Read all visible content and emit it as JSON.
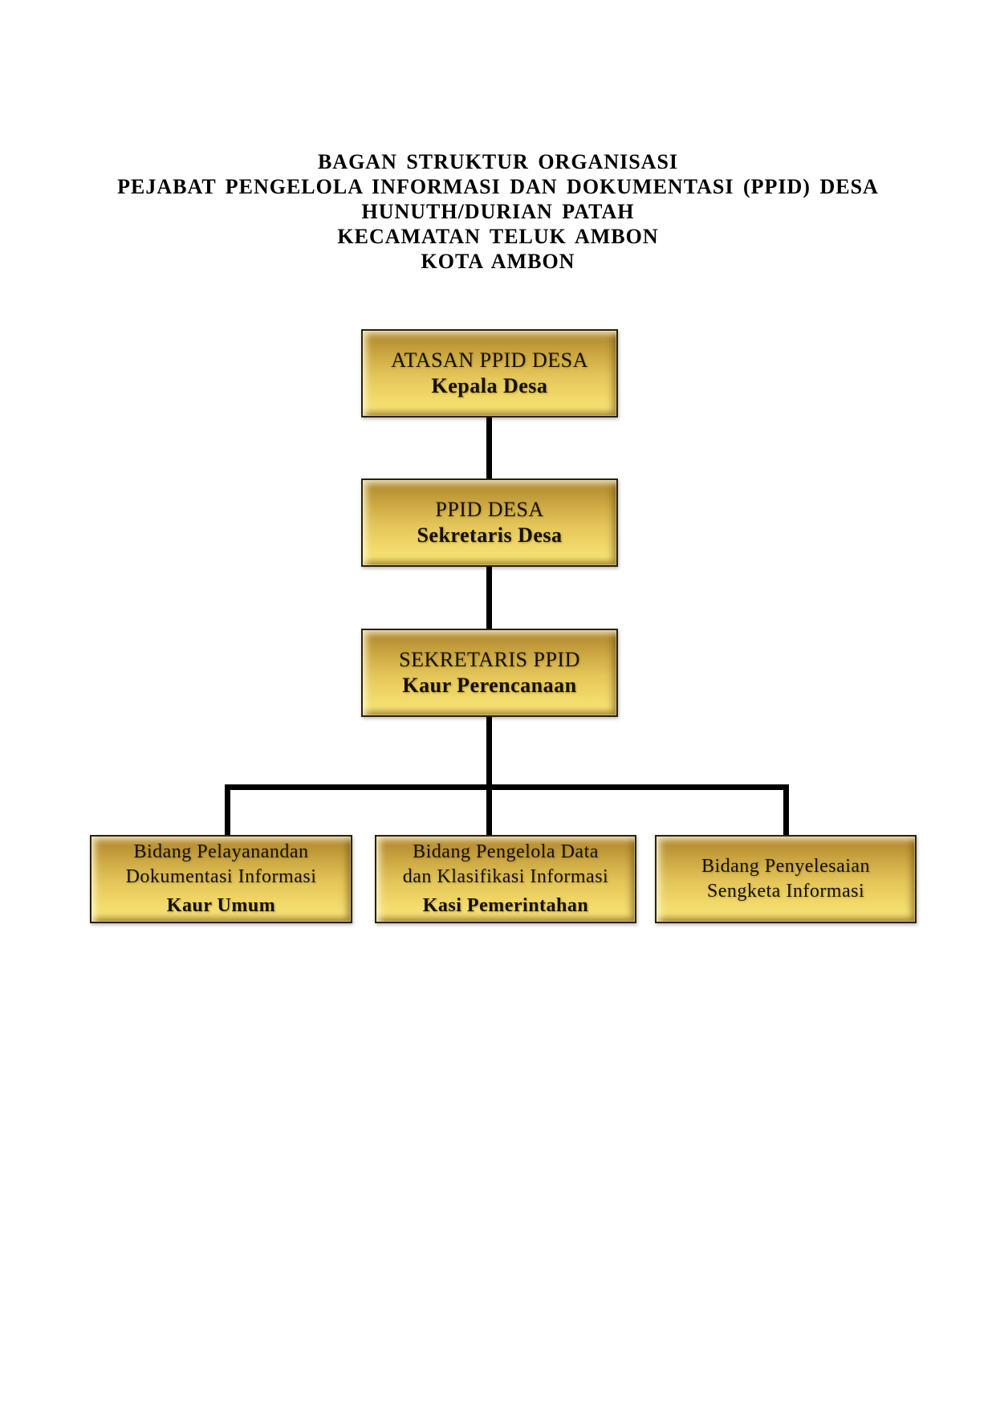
{
  "page": {
    "background_color": "#ffffff",
    "text_color": "#161003"
  },
  "title": {
    "lines": [
      "BAGAN STRUKTUR ORGANISASI",
      "PEJABAT PENGELOLA INFORMASI DAN DOKUMENTASI (PPID) DESA",
      "HUNUTH/DURIAN PATAH",
      "KECAMATAN TELUK AMBON",
      "KOTA AMBON"
    ]
  },
  "org_chart": {
    "style": {
      "box_fill_top": "#a98026",
      "box_fill_middle": "#e4c65a",
      "box_fill_bottom": "#f0d768",
      "box_border_color": "#2a2108",
      "connector_color": "#000000"
    },
    "nodes": [
      {
        "id": "atasan-ppid-desa",
        "role_lines": [
          "ATASAN PPID DESA"
        ],
        "holder": "Kepala Desa"
      },
      {
        "id": "ppid-desa",
        "role_lines": [
          "PPID DESA"
        ],
        "holder": "Sekretaris Desa"
      },
      {
        "id": "sekretaris-ppid",
        "role_lines": [
          "SEKRETARIS PPID"
        ],
        "holder": "Kaur Perencanaan"
      },
      {
        "id": "bidang-pelayanan-dokumentasi",
        "role_lines": [
          "Bidang Pelayanandan",
          "Dokumentasi Informasi"
        ],
        "holder": "Kaur Umum"
      },
      {
        "id": "bidang-pengelola-data",
        "role_lines": [
          "Bidang Pengelola Data",
          "dan Klasifikasi Informasi"
        ],
        "holder": "Kasi Pemerintahan"
      },
      {
        "id": "bidang-penyelesaian-sengketa",
        "role_lines": [
          "Bidang Penyelesaian",
          "Sengketa Informasi"
        ],
        "holder": ""
      }
    ],
    "connections": [
      {
        "from": "atasan-ppid-desa",
        "to": "ppid-desa"
      },
      {
        "from": "ppid-desa",
        "to": "sekretaris-ppid"
      },
      {
        "from": "sekretaris-ppid",
        "to": "bidang-pelayanan-dokumentasi"
      },
      {
        "from": "sekretaris-ppid",
        "to": "bidang-pengelola-data"
      },
      {
        "from": "sekretaris-ppid",
        "to": "bidang-penyelesaian-sengketa"
      }
    ]
  }
}
